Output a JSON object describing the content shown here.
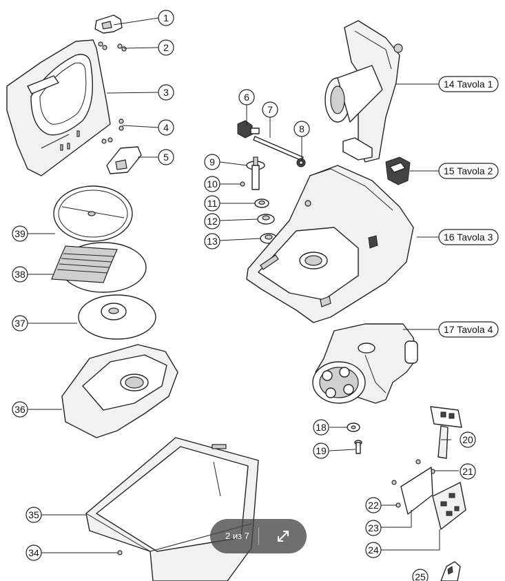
{
  "callouts": [
    {
      "id": "c1",
      "text": "1"
    },
    {
      "id": "c2",
      "text": "2"
    },
    {
      "id": "c3",
      "text": "3"
    },
    {
      "id": "c4",
      "text": "4"
    },
    {
      "id": "c5",
      "text": "5"
    },
    {
      "id": "c6",
      "text": "6"
    },
    {
      "id": "c7",
      "text": "7"
    },
    {
      "id": "c8",
      "text": "8"
    },
    {
      "id": "c9",
      "text": "9"
    },
    {
      "id": "c10",
      "text": "10"
    },
    {
      "id": "c11",
      "text": "11"
    },
    {
      "id": "c12",
      "text": "12"
    },
    {
      "id": "c13",
      "text": "13"
    },
    {
      "id": "c14",
      "text": "14 Tavola 1"
    },
    {
      "id": "c15",
      "text": "15 Tavola 2"
    },
    {
      "id": "c16",
      "text": "16 Tavola 3"
    },
    {
      "id": "c17",
      "text": "17 Tavola 4"
    },
    {
      "id": "c18",
      "text": "18"
    },
    {
      "id": "c19",
      "text": "19"
    },
    {
      "id": "c20",
      "text": "20"
    },
    {
      "id": "c21",
      "text": "21"
    },
    {
      "id": "c22",
      "text": "22"
    },
    {
      "id": "c23",
      "text": "23"
    },
    {
      "id": "c24",
      "text": "24"
    },
    {
      "id": "c25",
      "text": "25"
    },
    {
      "id": "c34",
      "text": "34"
    },
    {
      "id": "c35",
      "text": "35"
    },
    {
      "id": "c36",
      "text": "36"
    },
    {
      "id": "c37",
      "text": "37"
    },
    {
      "id": "c38",
      "text": "38"
    },
    {
      "id": "c39",
      "text": "39"
    }
  ],
  "viewer": {
    "page_indicator": "2 из 7",
    "expand_icon": "expand-arrows-icon"
  }
}
